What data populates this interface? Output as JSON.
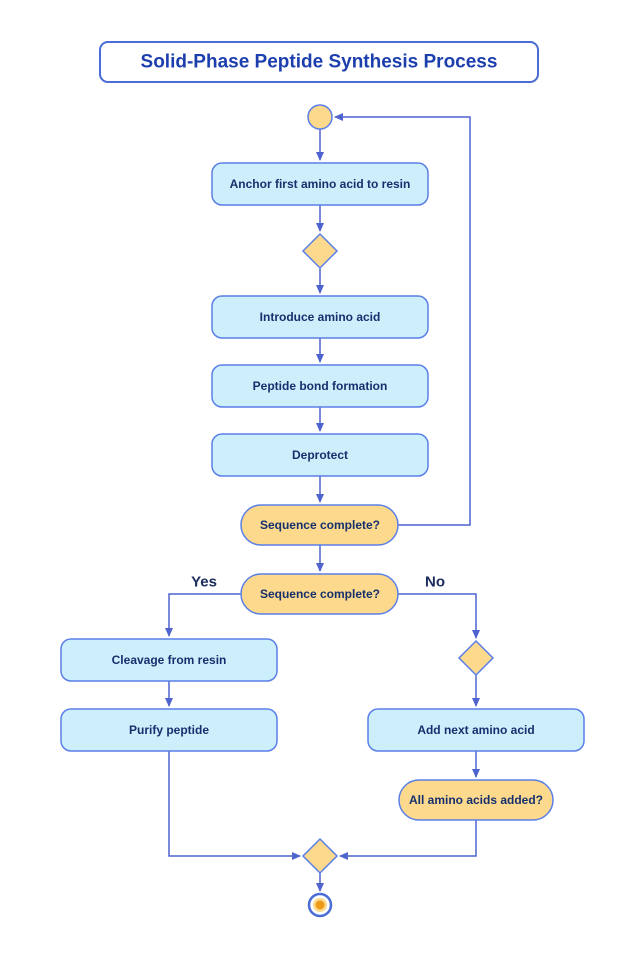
{
  "diagram": {
    "title": "Solid-Phase Peptide Synthesis Process",
    "nodes": {
      "anchor": {
        "label": "Anchor first amino acid to resin"
      },
      "introduce": {
        "label": "Introduce amino acid"
      },
      "bond": {
        "label": "Peptide bond formation"
      },
      "deprotect": {
        "label": "Deprotect"
      },
      "seqComplete1": {
        "label": "Sequence complete?"
      },
      "seqComplete2": {
        "label": "Sequence complete?"
      },
      "cleavage": {
        "label": "Cleavage from resin"
      },
      "purify": {
        "label": "Purify peptide"
      },
      "addNext": {
        "label": "Add next amino acid"
      },
      "allAdded": {
        "label": "All amino acids added?"
      }
    },
    "edge_labels": {
      "yes": "Yes",
      "no": "No"
    },
    "colors": {
      "process_fill": "#cdeefb",
      "decision_fill": "#fcd98c",
      "shape_stroke": "#5b7fe8",
      "connector": "#4f63cf",
      "node_text": "#16306e",
      "title_text": "#1d3fae",
      "end_dot": "#ef9b1a"
    }
  }
}
